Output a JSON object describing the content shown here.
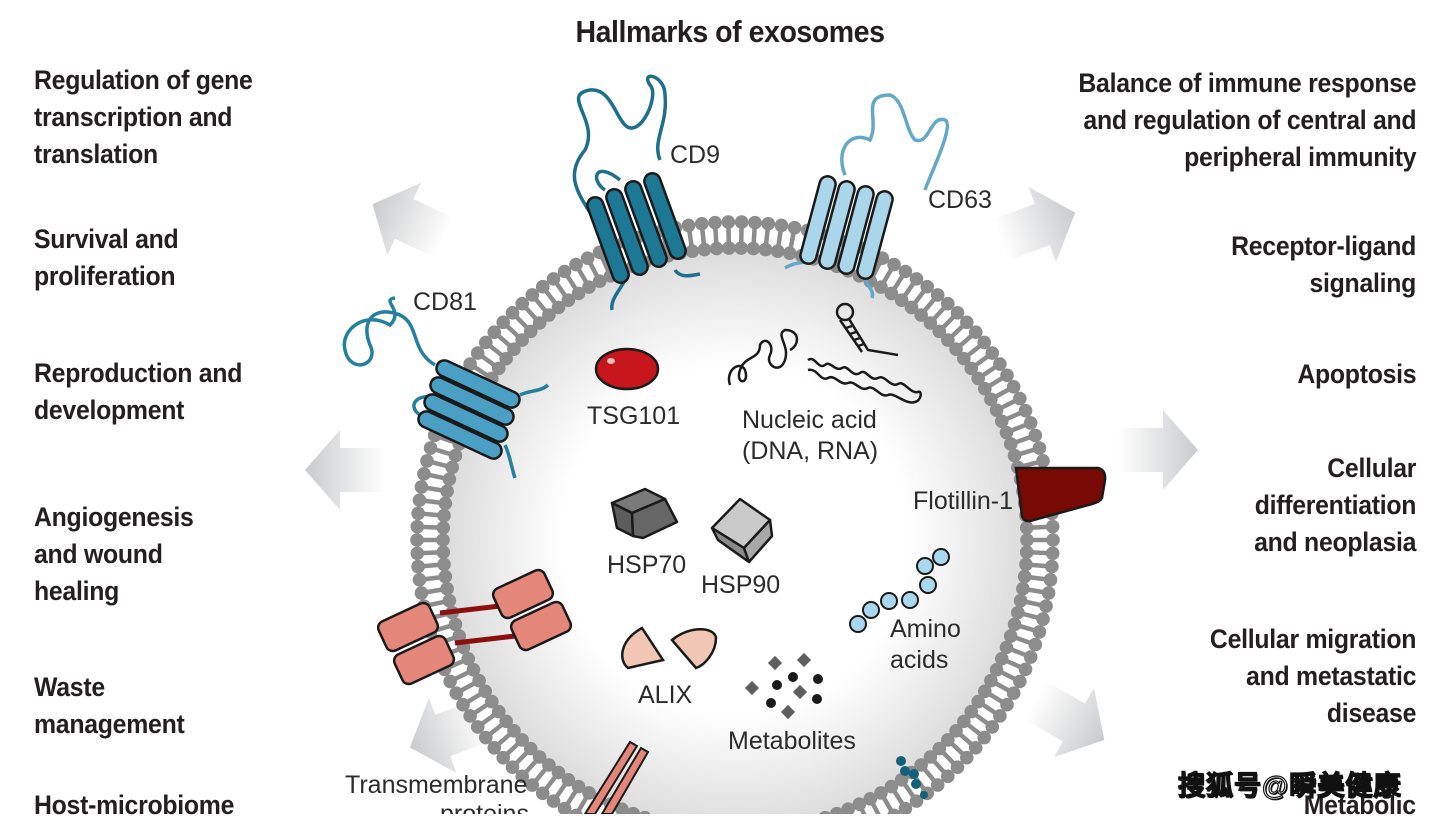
{
  "title": "Hallmarks of exosomes",
  "hallmarks_left": [
    "Regulation of gene\ntranscription and\ntranslation",
    "Survival and\nproliferation",
    "Reproduction and\ndevelopment",
    "Angiogenesis\nand wound\nhealing",
    "Waste\nmanagement",
    "Host-microbiome"
  ],
  "hallmarks_right": [
    "Balance of immune response\nand regulation of central and\nperipheral immunity",
    "Receptor-ligand\nsignaling",
    "Apoptosis",
    "Cellular\ndifferentiation\nand neoplasia",
    "Cellular migration\nand metastatic\ndisease",
    "Metabolic"
  ],
  "components": {
    "cd9": "CD9",
    "cd63": "CD63",
    "cd81": "CD81",
    "tsg101": "TSG101",
    "nucleic_acid_line1": "Nucleic acid",
    "nucleic_acid_line2": "(DNA, RNA)",
    "flotillin": "Flotillin-1",
    "hsp70": "HSP70",
    "hsp90": "HSP90",
    "amino_line1": "Amino",
    "amino_line2": "acids",
    "alix": "ALIX",
    "metabolites": "Metabolites",
    "transmembrane_line1": "Transmembrane",
    "transmembrane_line2": "proteins"
  },
  "colors": {
    "membrane": "#8c8c8c",
    "cd9": "#1d7896",
    "cd63": "#9fd0e6",
    "cd81": "#4a9cbf",
    "tsg101": "#c8161d",
    "flotillin": "#7a0d0a",
    "transmembrane": "#e08070",
    "amino": "#a9d8ee",
    "alix": "#f2c6b4"
  },
  "watermark": "搜狐号@瞬美健康"
}
